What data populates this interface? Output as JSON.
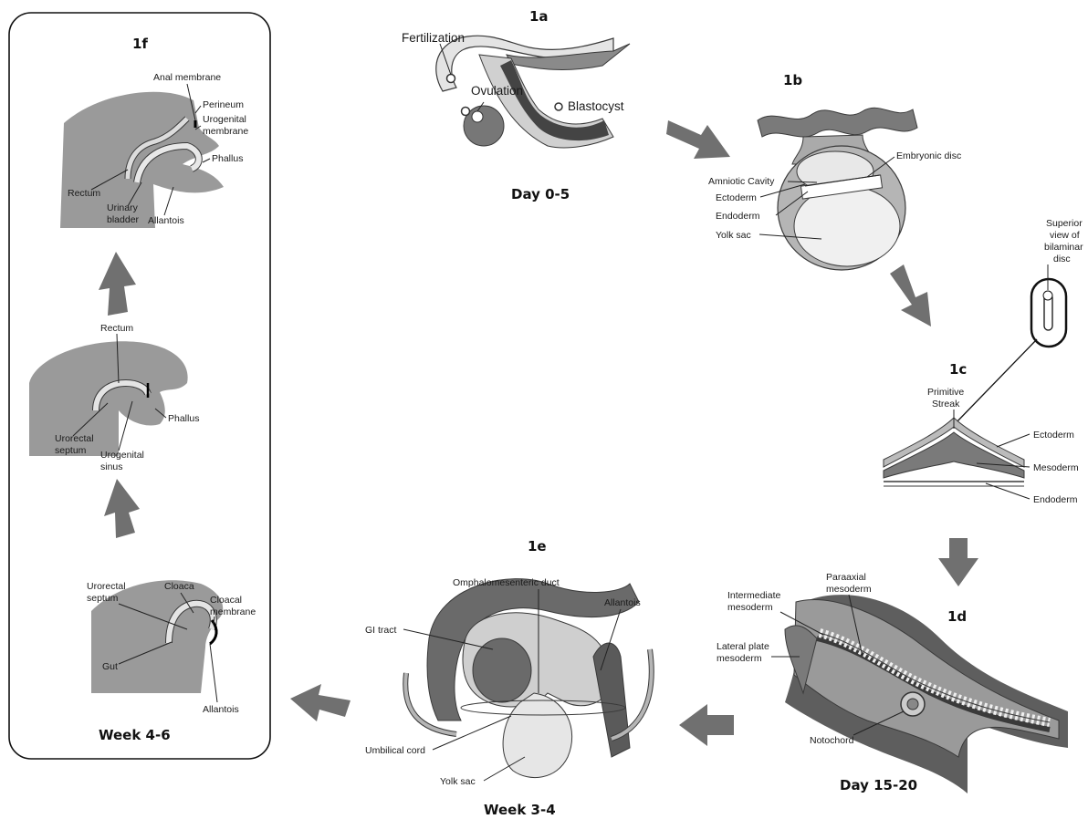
{
  "colors": {
    "dark_gray": "#6e6e6e",
    "mid_gray": "#9a9a9a",
    "light_gray": "#c8c8c8",
    "pale_gray": "#e4e4e4",
    "arrow_gray": "#707070",
    "outline": "#3a3a3a"
  },
  "panel_1a": {
    "id": "1a",
    "caption": "Day 0-5",
    "labels": {
      "fertilization": "Fertilization",
      "ovulation": "Ovulation",
      "blastocyst": "Blastocyst"
    }
  },
  "panel_1b": {
    "id": "1b",
    "labels": {
      "embryonic_disc": "Embryonic disc",
      "amniotic_cavity": "Amniotic Cavity",
      "ectoderm": "Ectoderm",
      "endoderm": "Endoderm",
      "yolk_sac": "Yolk sac"
    }
  },
  "panel_1c": {
    "id": "1c",
    "labels": {
      "superior_view_l1": "Superior",
      "superior_view_l2": "view of",
      "superior_view_l3": "bilaminar",
      "superior_view_l4": "disc",
      "primitive_streak_l1": "Primitive",
      "primitive_streak_l2": "Streak",
      "ectoderm": "Ectoderm",
      "mesoderm": "Mesoderm",
      "endoderm": "Endoderm"
    }
  },
  "panel_1d": {
    "id": "1d",
    "caption": "Day 15-20",
    "labels": {
      "intermediate_l1": "Intermediate",
      "intermediate_l2": "mesoderm",
      "paraaxial_l1": "Paraaxial",
      "paraaxial_l2": "mesoderm",
      "lateral_l1": "Lateral plate",
      "lateral_l2": "mesoderm",
      "notochord": "Notochord"
    }
  },
  "panel_1e": {
    "id": "1e",
    "caption": "Week 3-4",
    "labels": {
      "omphalomesenteric": "Omphalomesenteric duct",
      "gi_tract": "GI tract",
      "allantois": "Allantois",
      "umbilical_cord": "Umbilical cord",
      "yolk_sac": "Yolk sac"
    }
  },
  "panel_1f": {
    "id": "1f",
    "caption": "Week 4-6",
    "top": {
      "anal_membrane": "Anal membrane",
      "perineum": "Perineum",
      "urogenital_l1": "Urogenital",
      "urogenital_l2": "membrane",
      "phallus": "Phallus",
      "rectum": "Rectum",
      "urinary_l1": "Urinary",
      "urinary_l2": "bladder",
      "allantois": "Allantois"
    },
    "middle": {
      "rectum": "Rectum",
      "phallus": "Phallus",
      "urorectal_l1": "Urorectal",
      "urorectal_l2": "septum",
      "urogenital_l1": "Urogenital",
      "urogenital_l2": "sinus"
    },
    "bottom": {
      "urorectal_l1": "Urorectal",
      "urorectal_l2": "septum",
      "cloaca": "Cloaca",
      "cloacal_l1": "Cloacal",
      "cloacal_l2": "membrane",
      "gut": "Gut",
      "allantois": "Allantois"
    }
  }
}
